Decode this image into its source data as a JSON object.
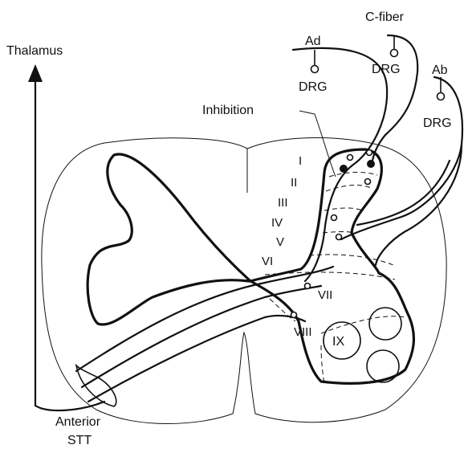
{
  "labels": {
    "thalamus": "Thalamus",
    "inhibition": "Inhibition",
    "ad": "Ad",
    "c_fiber": "C-fiber",
    "ab": "Ab",
    "drg_ad": "DRG",
    "drg_c": "DRG",
    "drg_ab": "DRG",
    "anterior": "Anterior",
    "stt": "STT"
  },
  "laminae": {
    "I": "I",
    "II": "II",
    "III": "III",
    "IV": "IV",
    "V": "V",
    "VI": "VI",
    "VII": "VII",
    "VIII": "VIII",
    "IX": "IX"
  }
}
